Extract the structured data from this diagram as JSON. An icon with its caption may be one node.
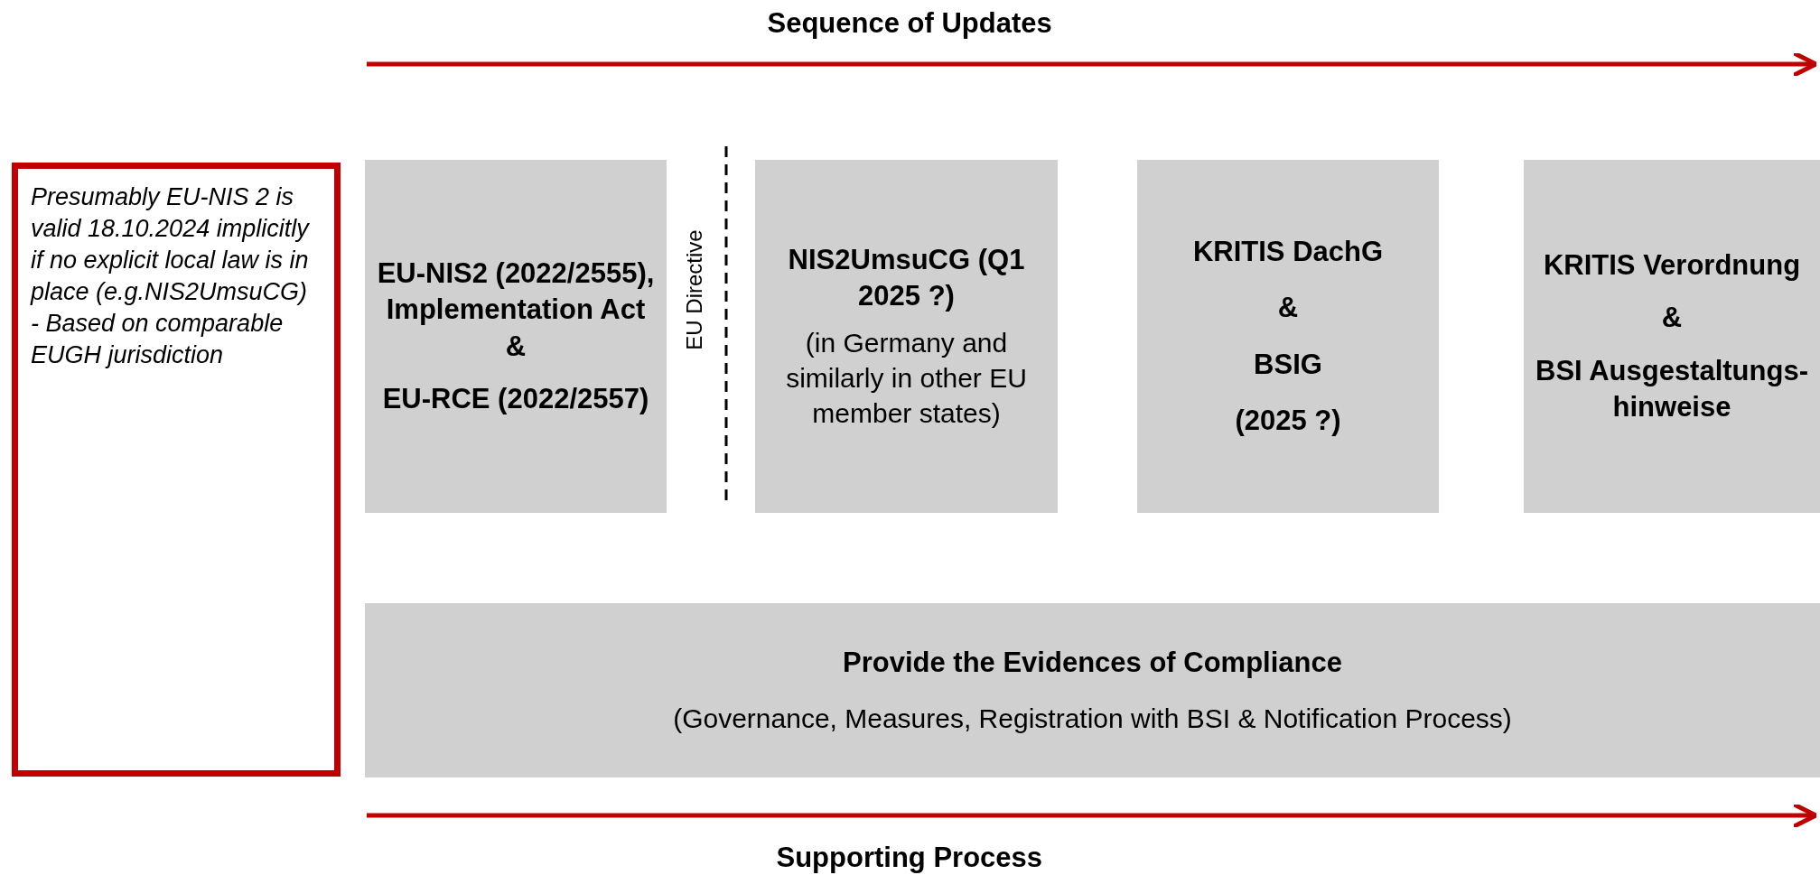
{
  "diagram": {
    "nodes": [
      {
        "text": [
          "Presumably EU-NIS 2 is valid 18.10.2024 implicitly if no explicit local law is in place (e.g.NIS2UmsuCG) - Based on comparable EUGH jurisdiction"
        ]
      },
      {
        "text": [
          "EU-NIS2 (2022/2555), Implementation Act &",
          "EU-RCE (2022/2557)"
        ]
      },
      {
        "text": [
          "NIS2UmsuCG (Q1 2025 ?)",
          "(in Germany and similarly in other EU member states)"
        ]
      },
      {
        "text": [
          "KRITIS DachG",
          "&",
          "BSIG",
          "(2025 ?)"
        ]
      },
      {
        "text": [
          "KRITIS Verordnung",
          "&",
          "BSI Ausgestaltungs- hinweise"
        ]
      },
      {
        "text": [
          "Provide the Evidences of Compliance",
          "(Governance, Measures, Registration with BSI & Notification Process)"
        ]
      }
    ],
    "edges": [],
    "labels": [
      "Sequence of Updates",
      "EU Directive",
      "Supporting Process"
    ]
  }
}
